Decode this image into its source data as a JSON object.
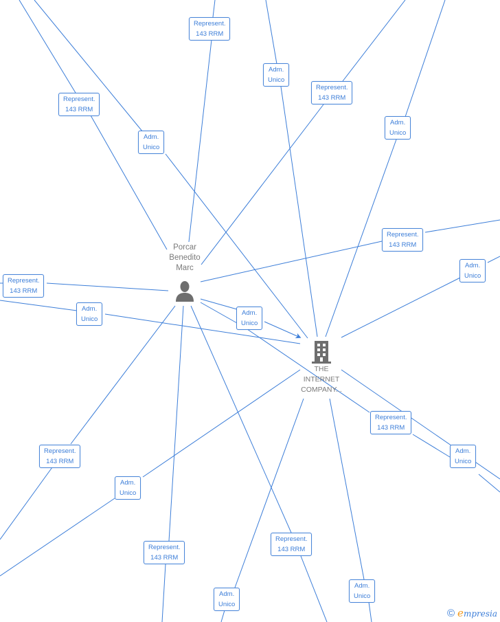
{
  "colors": {
    "edge": "#3b7dd8",
    "label_border": "#4a86d9",
    "node_text": "#7a7a7a",
    "node_icon": "#6e6e6e",
    "brand_accent": "#f39a1e"
  },
  "nodes": {
    "person": {
      "name_lines": [
        "Porcar",
        "Benedito",
        "Marc"
      ],
      "icon": "person-icon"
    },
    "company": {
      "name_lines": [
        "THE",
        "INTERNET",
        "COMPANY..."
      ],
      "icon": "building-icon"
    }
  },
  "edge_labels": [
    {
      "id": "l1",
      "line1": "Represent.",
      "line2": "143 RRM"
    },
    {
      "id": "l2",
      "line1": "Represent.",
      "line2": "143 RRM"
    },
    {
      "id": "l3",
      "line1": "Adm.",
      "line2": "Unico"
    },
    {
      "id": "l4",
      "line1": "Adm.",
      "line2": "Unico"
    },
    {
      "id": "l5",
      "line1": "Represent.",
      "line2": "143 RRM"
    },
    {
      "id": "l6",
      "line1": "Adm.",
      "line2": "Unico"
    },
    {
      "id": "l7",
      "line1": "Represent.",
      "line2": "143 RRM"
    },
    {
      "id": "l8",
      "line1": "Adm.",
      "line2": "Unico"
    },
    {
      "id": "l9",
      "line1": "Represent.",
      "line2": "143 RRM"
    },
    {
      "id": "l10",
      "line1": "Adm.",
      "line2": "Unico"
    },
    {
      "id": "l11",
      "line1": "Adm.",
      "line2": "Unico"
    },
    {
      "id": "l12",
      "line1": "Represent.",
      "line2": "143 RRM"
    },
    {
      "id": "l13",
      "line1": "Adm.",
      "line2": "Unico"
    },
    {
      "id": "l14",
      "line1": "Represent.",
      "line2": "143 RRM"
    },
    {
      "id": "l15",
      "line1": "Adm.",
      "line2": "Unico"
    },
    {
      "id": "l16",
      "line1": "Represent.",
      "line2": "143 RRM"
    },
    {
      "id": "l17",
      "line1": "Represent.",
      "line2": "143 RRM"
    },
    {
      "id": "l18",
      "line1": "Adm.",
      "line2": "Unico"
    },
    {
      "id": "l19",
      "line1": "Represent.",
      "line2": "143 RRM"
    },
    {
      "id": "l20",
      "line1": "Adm.",
      "line2": "Unico"
    },
    {
      "id": "l21",
      "line1": "Adm.",
      "line2": "Unico"
    }
  ],
  "watermark": {
    "copyright_symbol": "©",
    "brand_initial": "e",
    "brand_rest": "mpresia"
  }
}
